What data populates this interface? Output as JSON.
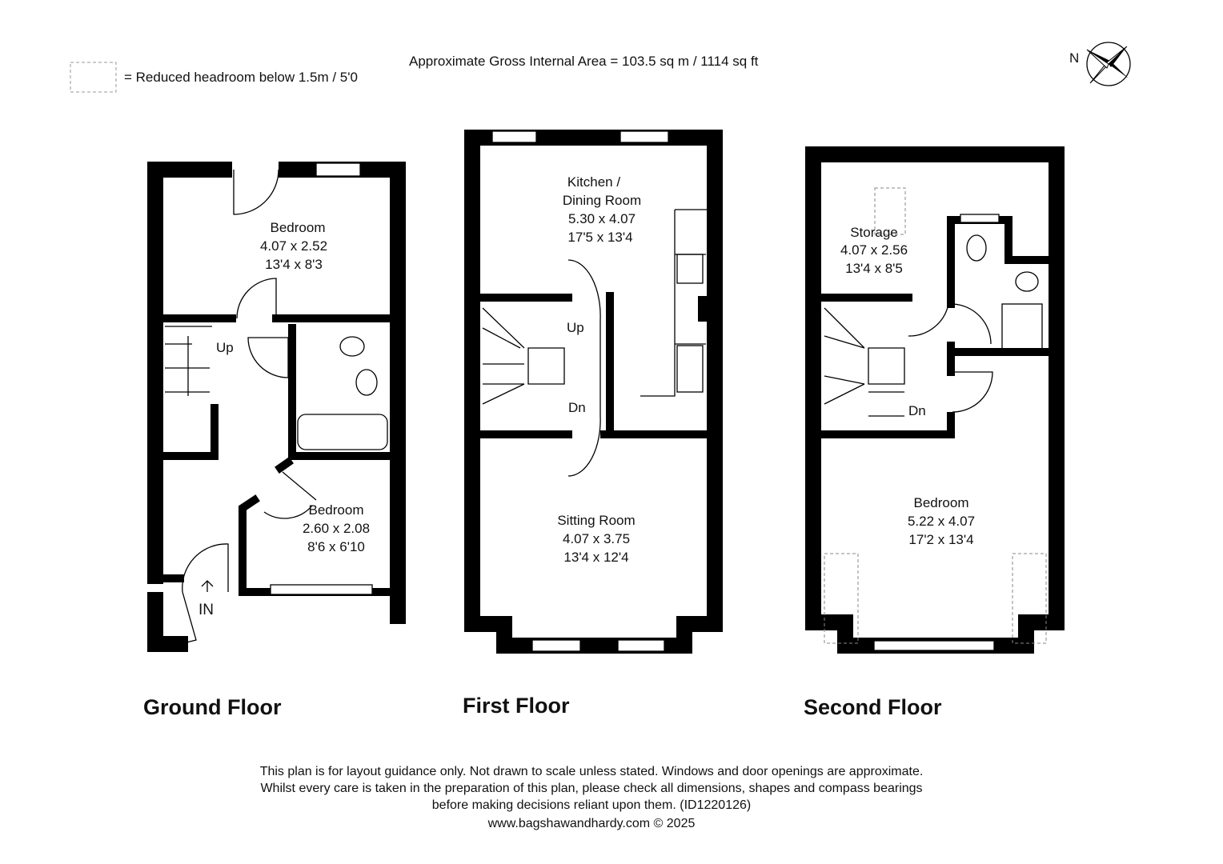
{
  "header": {
    "area": "Approximate Gross Internal Area = 103.5 sq m / 1114 sq ft",
    "legend": "= Reduced headroom below 1.5m / 5'0",
    "compass_label": "N"
  },
  "ground_floor": {
    "title": "Ground Floor",
    "bedroom1": {
      "name": "Bedroom",
      "metric": "4.07 x 2.52",
      "imperial": "13'4 x 8'3"
    },
    "bedroom2": {
      "name": "Bedroom",
      "metric": "2.60 x 2.08",
      "imperial": "8'6 x 6'10"
    },
    "stairs_label": "Up",
    "entrance_label": "IN"
  },
  "first_floor": {
    "title": "First Floor",
    "kitchen": {
      "name1": "Kitchen /",
      "name2": "Dining Room",
      "metric": "5.30 x 4.07",
      "imperial": "17'5 x 13'4"
    },
    "sitting": {
      "name": "Sitting Room",
      "metric": "4.07 x 3.75",
      "imperial": "13'4 x 12'4"
    },
    "up_label": "Up",
    "down_label": "Dn"
  },
  "second_floor": {
    "title": "Second Floor",
    "storage": {
      "name": "Storage",
      "metric": "4.07 x 2.56",
      "imperial": "13'4 x 8'5"
    },
    "bedroom": {
      "name": "Bedroom",
      "metric": "5.22 x 4.07",
      "imperial": "17'2 x 13'4"
    },
    "down_label": "Dn"
  },
  "footer": {
    "line1": "This plan is for layout guidance only. Not drawn to scale unless stated. Windows and door openings are approximate.",
    "line2": "Whilst every care is taken in the preparation of this plan, please check all dimensions, shapes and compass bearings",
    "line3": "before making decisions reliant upon them. (ID1220126)",
    "line4": "www.bagshawandhardy.com © 2025"
  }
}
